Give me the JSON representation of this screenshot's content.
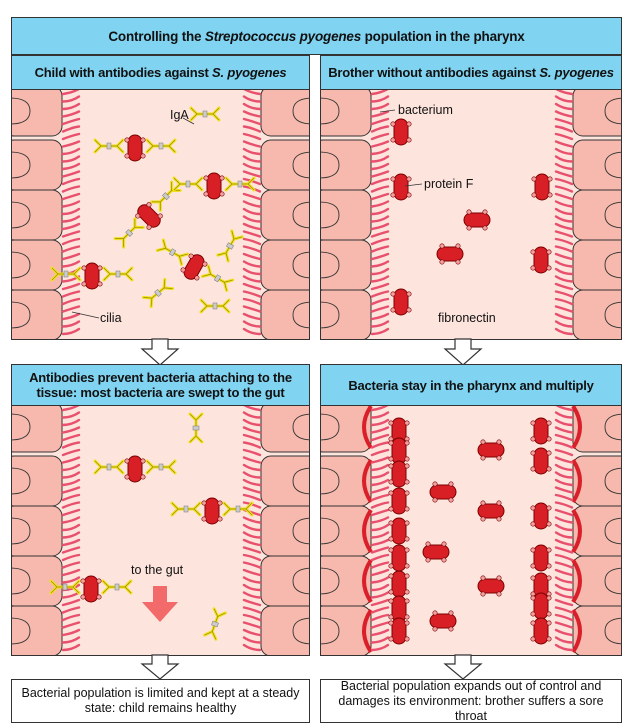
{
  "title": {
    "before": "Controlling the ",
    "species": "Streptococcus pyogenes",
    "after": " population in the pharynx"
  },
  "panels": {
    "top_left": {
      "header_before": "Child with antibodies against ",
      "header_species": "S. pyogenes"
    },
    "top_right": {
      "header_before": "Brother without antibodies against ",
      "header_species": "S. pyogenes"
    },
    "bottom_left": {
      "header": "Antibodies prevent bacteria attaching to the tissue: most bacteria are swept to the gut"
    },
    "bottom_right": {
      "header": "Bacteria stay in the pharynx and multiply"
    }
  },
  "labels": {
    "iga": "IgA",
    "cilia": "cilia",
    "bacterium": "bacterium",
    "protein_f": "protein F",
    "fibronectin": "fibronectin",
    "to_the_gut": "to the gut"
  },
  "outcomes": {
    "left": "Bacterial population is limited and kept at a steady state: child remains healthy",
    "right": "Bacterial population expands out of control and damages its environment: brother suffers a sore throat"
  },
  "colors": {
    "header": "#80d4f2",
    "panel_bg": "#fde4dc",
    "cell_fill": "#f7b9ad",
    "cilia": "#e8506e",
    "bacterium": "#d91f26",
    "antibody": "#f0e11e",
    "arrow_gut": "#f26a6a"
  }
}
